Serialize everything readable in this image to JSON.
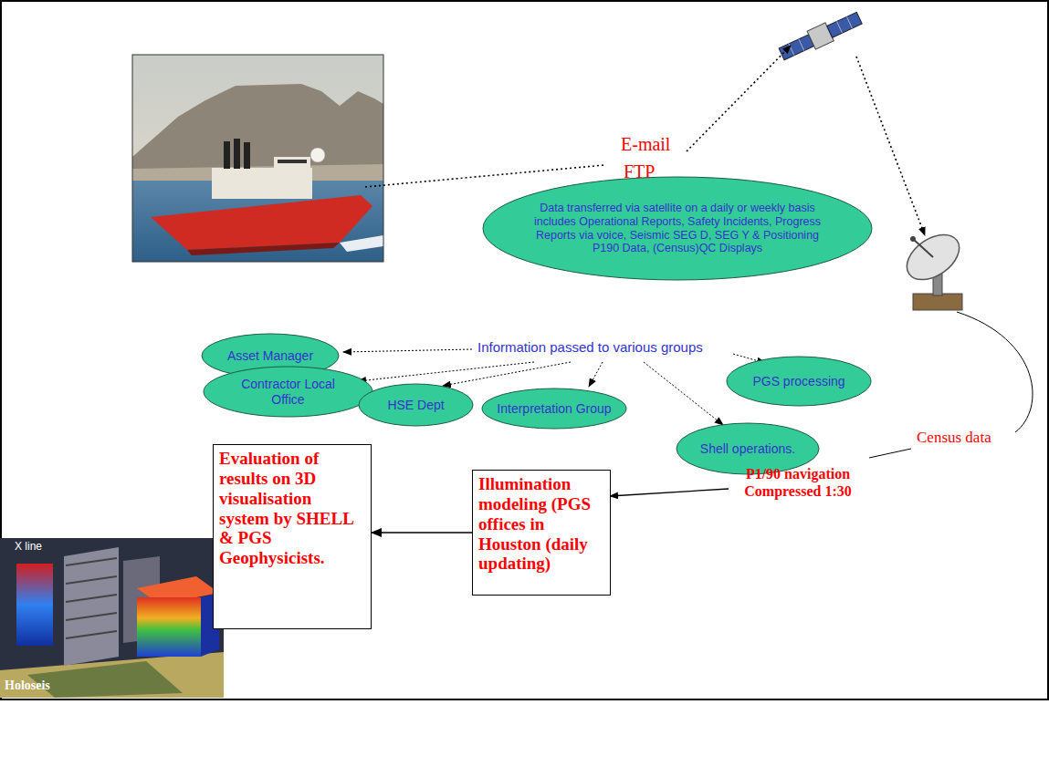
{
  "diagram": {
    "nodes": [
      {
        "text": [
          "Data transferred via satellite on a daily or weekly basis includes Operational Reports, Safety Incidents, Progress Reports via voice, Seismic SEG D, SEG Y & Positioning P190 Data, (Census)QC Displays"
        ]
      },
      {
        "text": [
          "Asset Manager"
        ]
      },
      {
        "text": [
          "Contractor Local Office"
        ]
      },
      {
        "text": [
          "HSE Dept"
        ]
      },
      {
        "text": [
          "Interpretation Group"
        ]
      },
      {
        "text": [
          "PGS processing"
        ]
      },
      {
        "text": [
          "Shell operations."
        ]
      },
      {
        "text": [
          "Illumination modeling (PGS offices in Houston (daily updating)"
        ]
      },
      {
        "text": [
          "Evaluation of results on 3D visualisation system by SHELL & PGS Geophysicists."
        ]
      }
    ],
    "edges": [
      {
        "from": 7,
        "to": 8,
        "arrow": "to"
      }
    ],
    "labels": [
      "E-mail",
      "FTP",
      "Information passed to various groups",
      "Census data",
      "P1/90 navigation Compressed 1:30",
      "Holoseis",
      "X line"
    ]
  }
}
